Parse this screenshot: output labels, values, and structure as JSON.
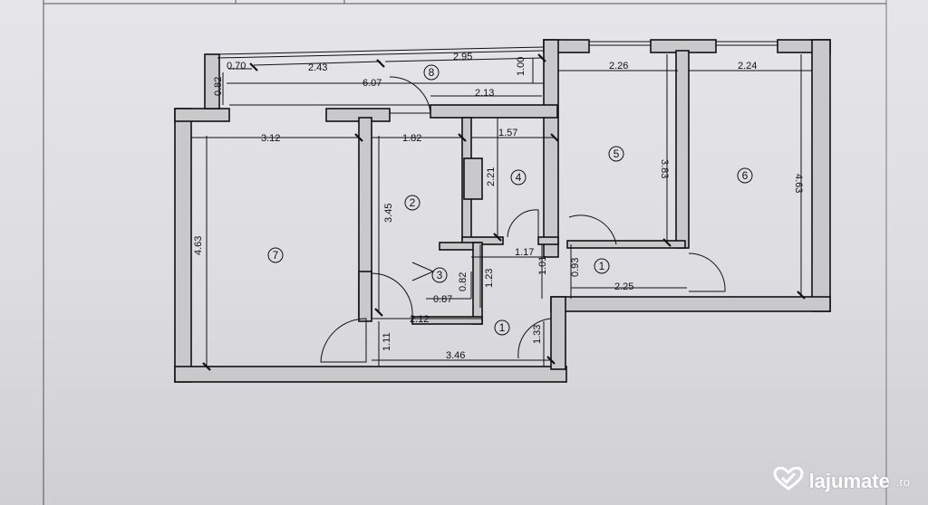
{
  "plan": {
    "dimensions": {
      "balcony_end": "0.70",
      "balcony_left": "2.43",
      "balcony_right": "2.95",
      "balcony_depth": "0.82",
      "balcony_step": "1.00",
      "balcony_total": "6.07",
      "balcony_inner": "2.13",
      "room7_width": "3.12",
      "room7_height": "4.63",
      "room2_width": "1.82",
      "room2_height": "3.45",
      "room4_width": "1.57",
      "room4_height": "2.21",
      "room5_width": "2.26",
      "room5_height": "3.83",
      "room6_width": "2.24",
      "room6_height": "4.63",
      "room3_height": "0.82",
      "room3_width": "0.87",
      "hall_step": "1.23",
      "hall_width": "1.17",
      "hall_small": "1.01",
      "hall_right_small": "0.93",
      "hall_right_width": "2.25",
      "corridor_width": "2.12",
      "corridor_depth": "1.11",
      "entrance_depth": "1.33",
      "bottom_width": "3.46"
    },
    "rooms": {
      "r1a": "1",
      "r1b": "1",
      "r2": "2",
      "r3": "3",
      "r4": "4",
      "r5": "5",
      "r6": "6",
      "r7": "7",
      "r8": "8"
    }
  },
  "watermark": {
    "brand": "lajumate",
    "tld": ".ro",
    "icon": "heart-check-icon"
  }
}
